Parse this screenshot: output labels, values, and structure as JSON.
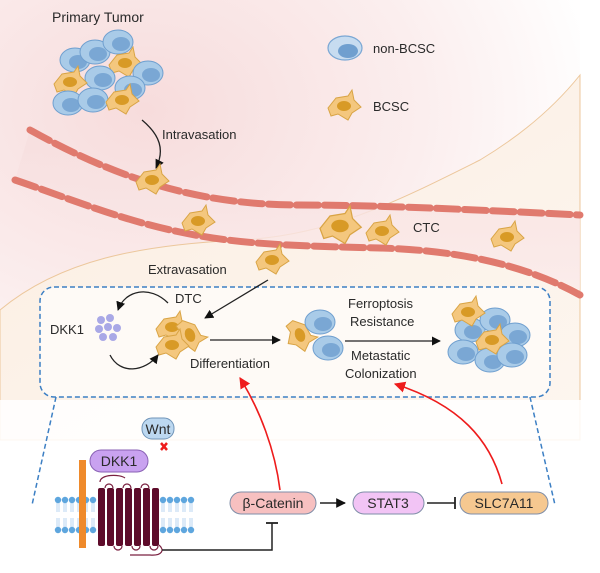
{
  "labels": {
    "primary_tumor": "Primary Tumor",
    "intravasation": "Intravasation",
    "extravasation": "Extravasation",
    "ctc": "CTC",
    "dtc": "DTC",
    "dkk1_secreted": "DKK1",
    "differentiation": "Differentiation",
    "ferroptosis_line1": "Ferroptosis",
    "ferroptosis_line2": "Resistance",
    "metastatic_line1": "Metastatic",
    "metastatic_line2": "Colonization"
  },
  "legend": {
    "items": [
      {
        "label": "non-BCSC",
        "icon": "non-bcsc-cell-icon"
      },
      {
        "label": "BCSC",
        "icon": "bcsc-cell-icon"
      }
    ]
  },
  "pathway": {
    "wnt": "Wnt",
    "dkk1": "DKK1",
    "beta_catenin": "β-Catenin",
    "stat3": "STAT3",
    "slc7a11": "SLC7A11"
  },
  "colors": {
    "nonbcsc_fill": "#a9cbe8",
    "nonbcsc_nucleus": "#6f9fcf",
    "bcsc_fill": "#f4c77e",
    "bcsc_nucleus": "#d89a26",
    "vessel": "#e07a6e",
    "dkk1_dots": "#a9a8e6",
    "dashed_box": "#3c7fc4",
    "red_arrow": "#ee1c1c",
    "wnt_pill": "#bcd8f0",
    "dkk1_pill": "#c9a2f0",
    "beta_catenin_pill": "#f7c0c0",
    "stat3_pill": "#f2c4f5",
    "slc7a11_pill": "#f6c890",
    "receptor": "#5e0b2a",
    "coreceptor": "#ef8a2b",
    "membrane": "#5ea6de"
  }
}
